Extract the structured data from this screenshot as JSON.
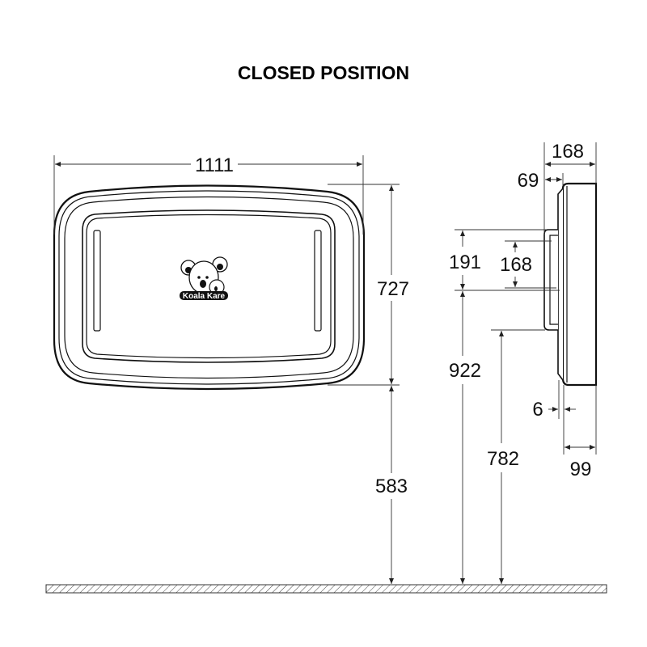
{
  "title": "CLOSED POSITION",
  "logo_text": "Koala Kare",
  "front_view": {
    "width": "1111",
    "height": "727",
    "floor_to_bottom": "583"
  },
  "side_view": {
    "depth_total": "168",
    "wall_offset": "69",
    "bracket_height": "191",
    "handle_height": "168",
    "floor_to_bracket_top": "922",
    "floor_to_bracket_bottom": "782",
    "gap": "6",
    "body_depth": "99"
  }
}
